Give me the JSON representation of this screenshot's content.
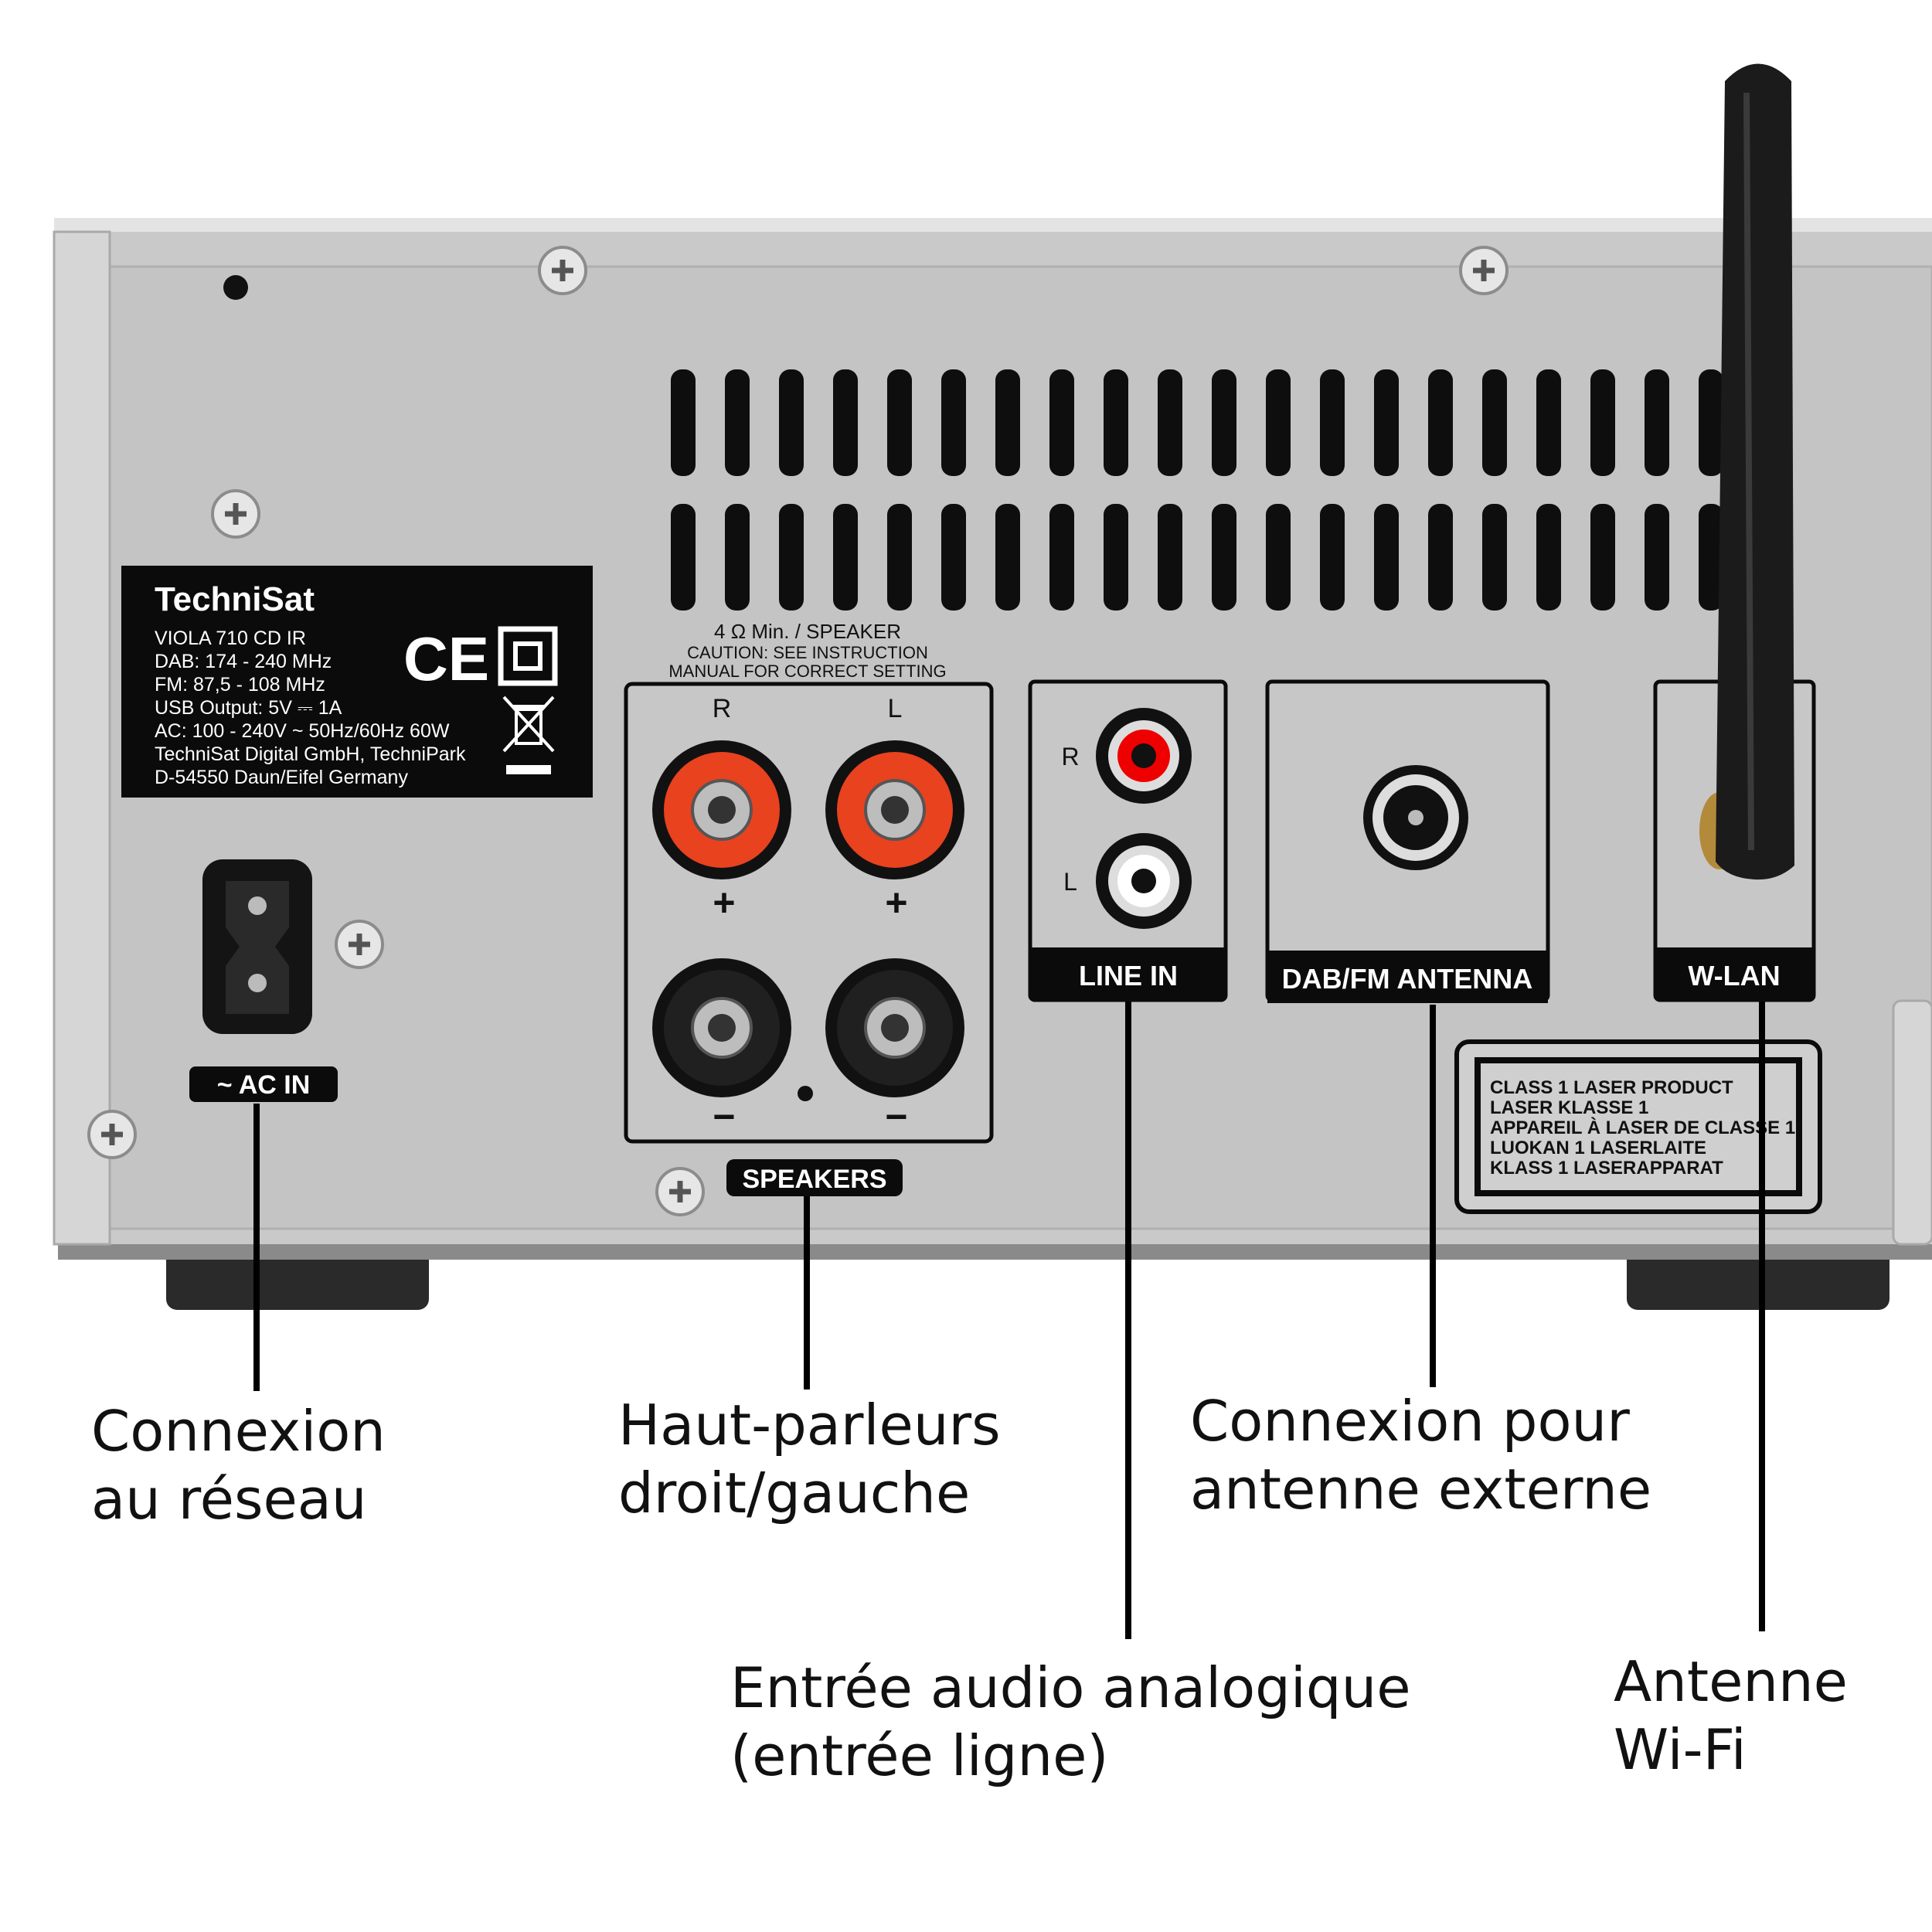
{
  "colors": {
    "panel": "#c9c9c9",
    "panel_edge": "#dcdcdc",
    "black": "#0b0b0b",
    "speaker_red": "#e8421f",
    "label_text": "#ffffff"
  },
  "label": {
    "brand": "TechniSat",
    "model": "VIOLA 710 CD IR",
    "dab": "DAB: 174 - 240 MHz",
    "fm": "FM: 87,5 - 108 MHz",
    "usb": "USB Output: 5V ⎓ 1A",
    "ac": "AC: 100 - 240V ~ 50Hz/60Hz 60W",
    "company": "TechniSat Digital GmbH, TechniPark",
    "address": "D-54550 Daun/Eifel Germany",
    "ce_mark": "CE"
  },
  "speaker_block": {
    "warning_1": "4 Ω Min. / SPEAKER",
    "warning_2": "CAUTION: SEE INSTRUCTION",
    "warning_3": "MANUAL FOR CORRECT SETTING",
    "right": "R",
    "left": "L",
    "plus": "+",
    "minus": "−",
    "caption": "SPEAKERS"
  },
  "line_in": {
    "right": "R",
    "left": "L",
    "caption": "LINE IN"
  },
  "antenna_port": {
    "caption": "DAB/FM ANTENNA"
  },
  "wlan_port": {
    "caption": "W-LAN"
  },
  "ac_in": {
    "caption": "~ AC IN"
  },
  "laser_label": {
    "line1": "CLASS 1 LASER PRODUCT",
    "line2": "LASER KLASSE 1",
    "line3": "APPAREIL À LASER DE CLASSE 1",
    "line4": "LUOKAN 1 LASERLAITE",
    "line5": "KLASS 1 LASERAPPARAT"
  },
  "callouts": {
    "power": "Connexion\nau réseau",
    "speakers": "Haut-parleurs\ndroit/gauche",
    "antenna": "Connexion pour\nantenne externe",
    "line_in": "Entrée audio analogique\n(entrée ligne)",
    "wifi": "Antenne\nWi-Fi"
  }
}
